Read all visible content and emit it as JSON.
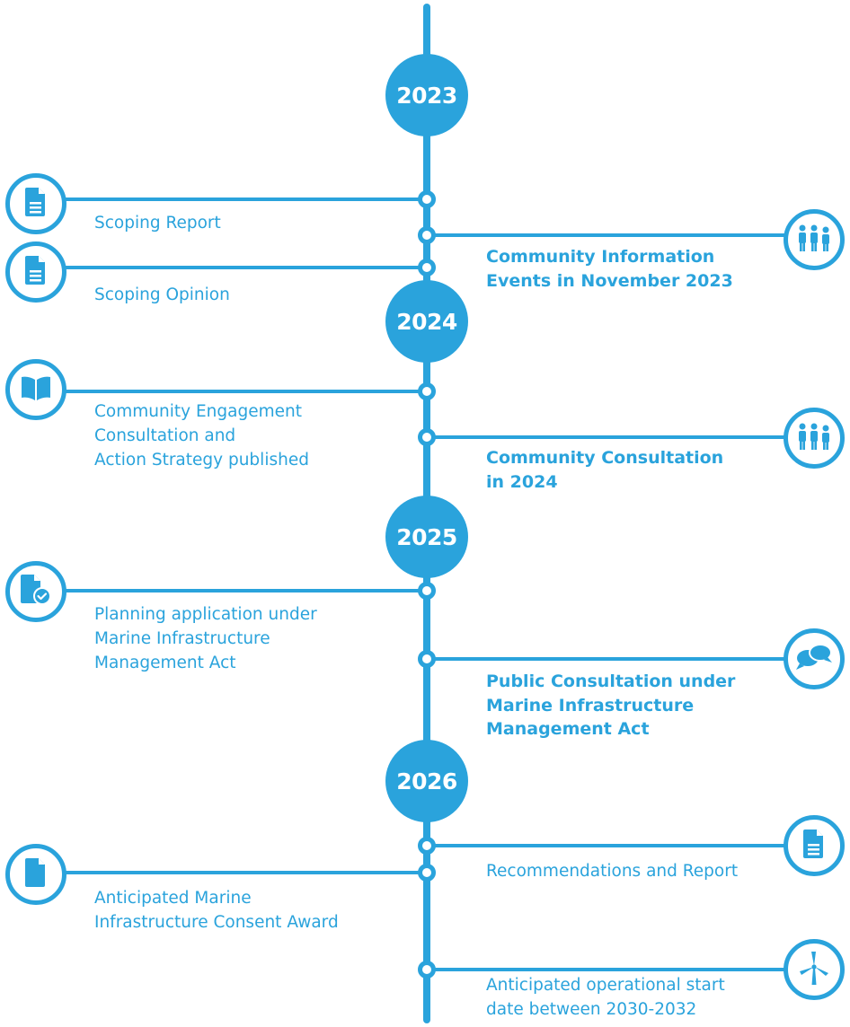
{
  "colors": {
    "accent": "#2aa3dc",
    "background": "#ffffff"
  },
  "years": [
    "2023",
    "2024",
    "2025",
    "2026"
  ],
  "events": [
    {
      "icon": "document-icon",
      "side": "left",
      "label_lines": [
        "Scoping Report"
      ]
    },
    {
      "icon": "people-icon",
      "side": "right",
      "label_lines": [
        "Community Information",
        "Events in November 2023"
      ]
    },
    {
      "icon": "document-icon",
      "side": "left",
      "label_lines": [
        "Scoping Opinion"
      ]
    },
    {
      "icon": "book-icon",
      "side": "left",
      "label_lines": [
        "Community Engagement",
        "Consultation and",
        "Action Strategy published"
      ]
    },
    {
      "icon": "people-icon",
      "side": "right",
      "label_lines": [
        "Community Consultation",
        "in 2024"
      ]
    },
    {
      "icon": "document-check-icon",
      "side": "left",
      "label_lines": [
        "Planning application under",
        "Marine Infrastructure",
        "Management Act"
      ]
    },
    {
      "icon": "speech-bubbles-icon",
      "side": "right",
      "label_lines": [
        "Public Consultation under",
        "Marine Infrastructure",
        "Management Act"
      ]
    },
    {
      "icon": "document-icon",
      "side": "right",
      "label_lines": [
        "Recommendations and Report"
      ]
    },
    {
      "icon": "blank-document-icon",
      "side": "left",
      "label_lines": [
        "Anticipated Marine",
        "Infrastructure Consent Award"
      ]
    },
    {
      "icon": "wind-turbine-icon",
      "side": "right",
      "label_lines": [
        "Anticipated operational start",
        "date between 2030-2032"
      ]
    }
  ]
}
